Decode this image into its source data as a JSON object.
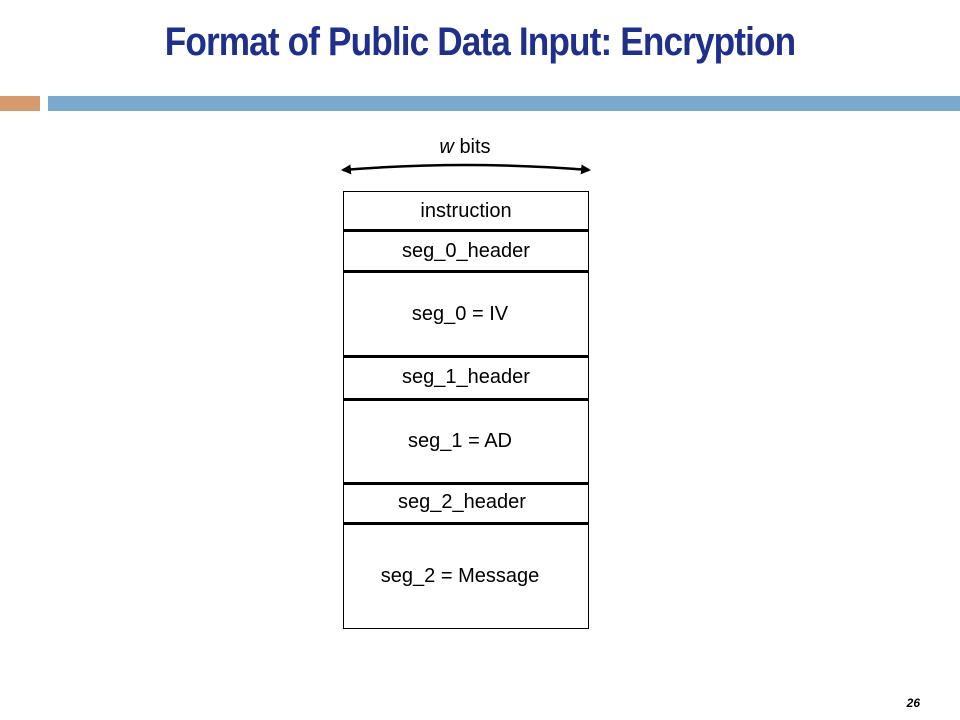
{
  "slide": {
    "title": "Format of Public Data Input: Encryption",
    "page_number": "26"
  },
  "diagram": {
    "width_var": "w",
    "width_unit": "bits",
    "rows": [
      {
        "label": "instruction"
      },
      {
        "label": "seg_0_header"
      },
      {
        "label": "seg_0 = IV"
      },
      {
        "label": "seg_1_header"
      },
      {
        "label": "seg_1 = AD"
      },
      {
        "label": "seg_2_header"
      },
      {
        "label": "seg_2 = Message"
      }
    ]
  },
  "colors": {
    "title": "#1f2f8c",
    "accent_left": "#d69b6c",
    "accent_right": "#7aa9cf"
  }
}
